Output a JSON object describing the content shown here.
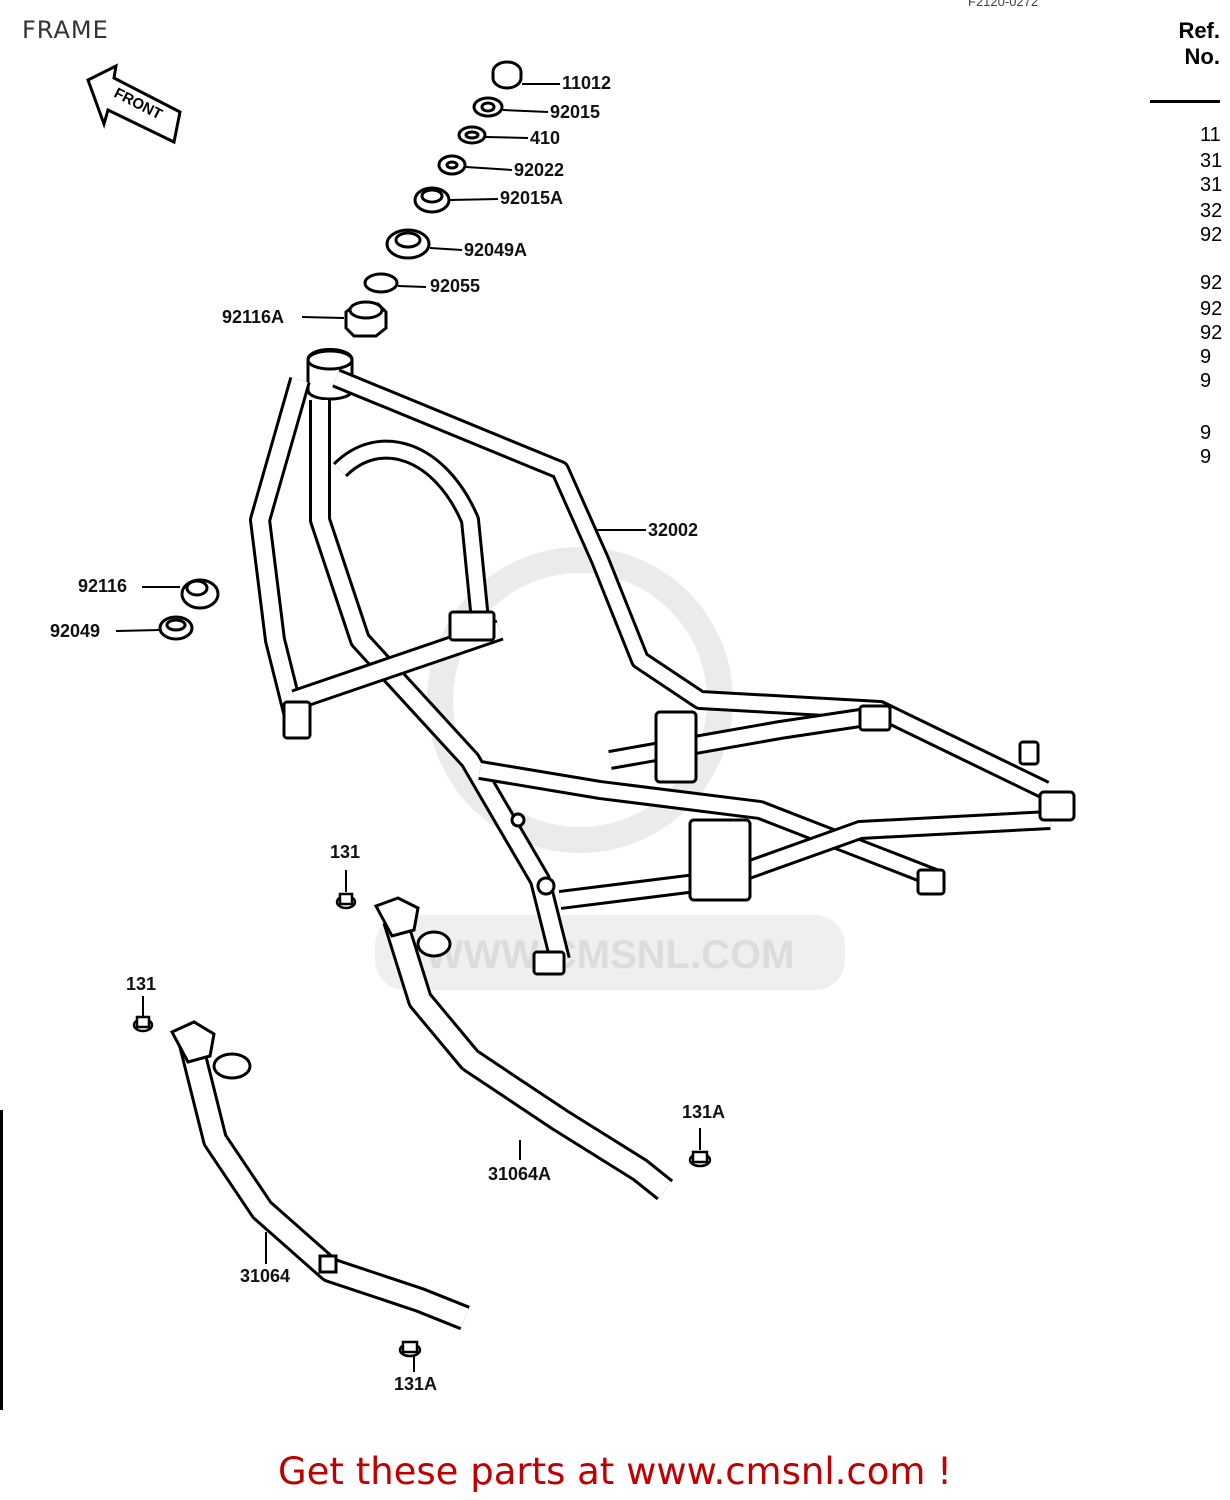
{
  "page": {
    "title": "FRAME",
    "diagram_code": "F2120-0272"
  },
  "ref_column": {
    "header_line1": "Ref.",
    "header_line2": "No.",
    "items": [
      "11",
      "31",
      "31",
      "32",
      "92",
      "92",
      "92",
      "92",
      "9",
      "9",
      "9",
      "9"
    ]
  },
  "front_arrow": {
    "label": "FRONT"
  },
  "callouts": {
    "c11012": "11012",
    "c92015": "92015",
    "c410": "410",
    "c92022": "92022",
    "c92015A": "92015A",
    "c92049A": "92049A",
    "c92055": "92055",
    "c92116A": "92116A",
    "c32002": "32002",
    "c92116": "92116",
    "c92049": "92049",
    "c131_upper": "131",
    "c131_lower": "131",
    "c131A_right": "131A",
    "c31064A": "31064A",
    "c31064": "31064",
    "c131A_bottom": "131A"
  },
  "watermark": {
    "text": "WWW.CMSNL.COM"
  },
  "footer": {
    "link_text": "Get these parts at www.cmsnl.com !"
  },
  "colors": {
    "footer_text": "#c00000",
    "line_art": "#000000",
    "watermark": "#e6e6e6"
  }
}
